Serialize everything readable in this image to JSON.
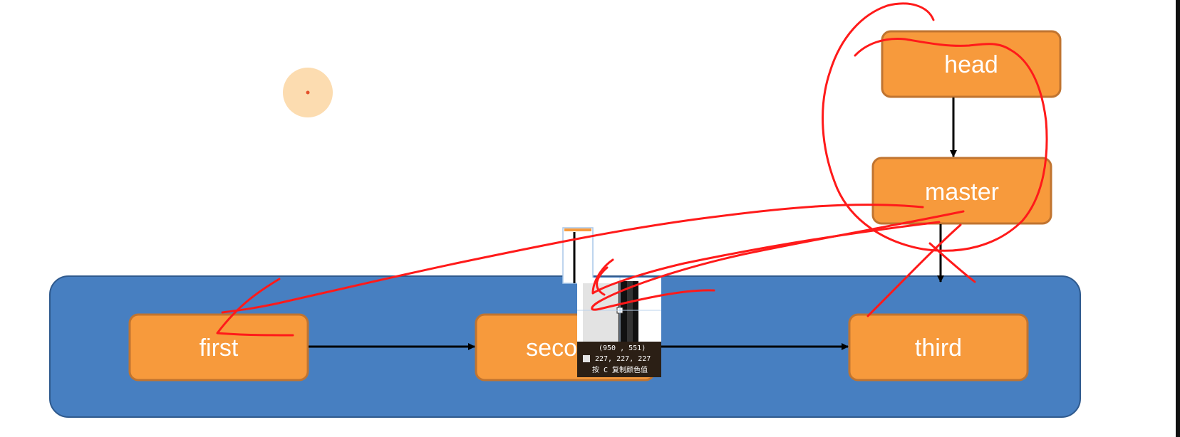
{
  "nodes": {
    "head": "head",
    "master": "master",
    "first": "first",
    "second": "second",
    "third": "third"
  },
  "color_picker": {
    "coords": "(950 , 551)",
    "rgb": "227, 227, 227",
    "hint": "按 C 复制颜色值"
  },
  "colors": {
    "node_fill": "#F79A3C",
    "node_border": "#C07430",
    "container_fill": "#477FC1",
    "container_border": "#2F5A8E",
    "annotation": "#FF1A1A",
    "cursor_highlight": "#FCDCB0"
  }
}
